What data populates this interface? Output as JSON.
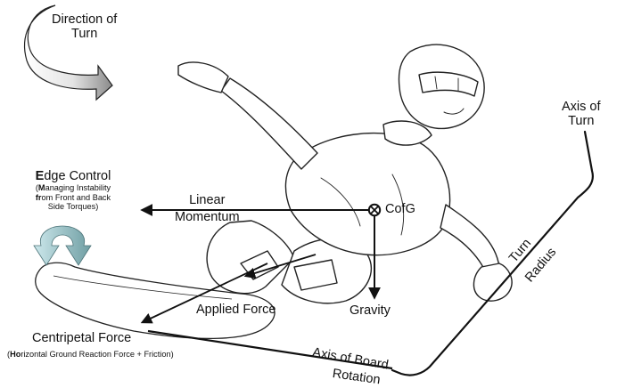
{
  "labels": {
    "direction_line1": "Direction of",
    "direction_line2": "Turn",
    "axis_turn_line1": "Axis of",
    "axis_turn_line2": "Turn",
    "edge_control_first": "E",
    "edge_control_rest": "dge Control",
    "edge_sub1_first": "M",
    "edge_sub1_rest": "anaging Instability",
    "edge_sub2_first": "fr",
    "edge_sub2_rest": "om Front and Back",
    "edge_sub3": "Side Torques)",
    "edge_sub_open": "(",
    "linear_line1": "Linear",
    "linear_line2": "Momentum",
    "cofg": "CofG",
    "gravity": "Gravity",
    "applied_force": "Applied Force",
    "centripetal": "Centripetal Force",
    "centripetal_sub_open": "(",
    "centripetal_sub_first": "Ho",
    "centripetal_sub_rest": "rizontal Ground Reaction Force + Friction)",
    "turn": "Turn",
    "radius": "Radius",
    "axis_board": "Axis of Board",
    "rotation": "Rotation"
  },
  "colors": {
    "ink": "#111111",
    "turn_arrow_gradient_start": "#ffffff",
    "turn_arrow_gradient_end": "#8a8a8a",
    "edge_arrow_left": "#bfe0e6",
    "edge_arrow_right": "#7da9ad"
  }
}
